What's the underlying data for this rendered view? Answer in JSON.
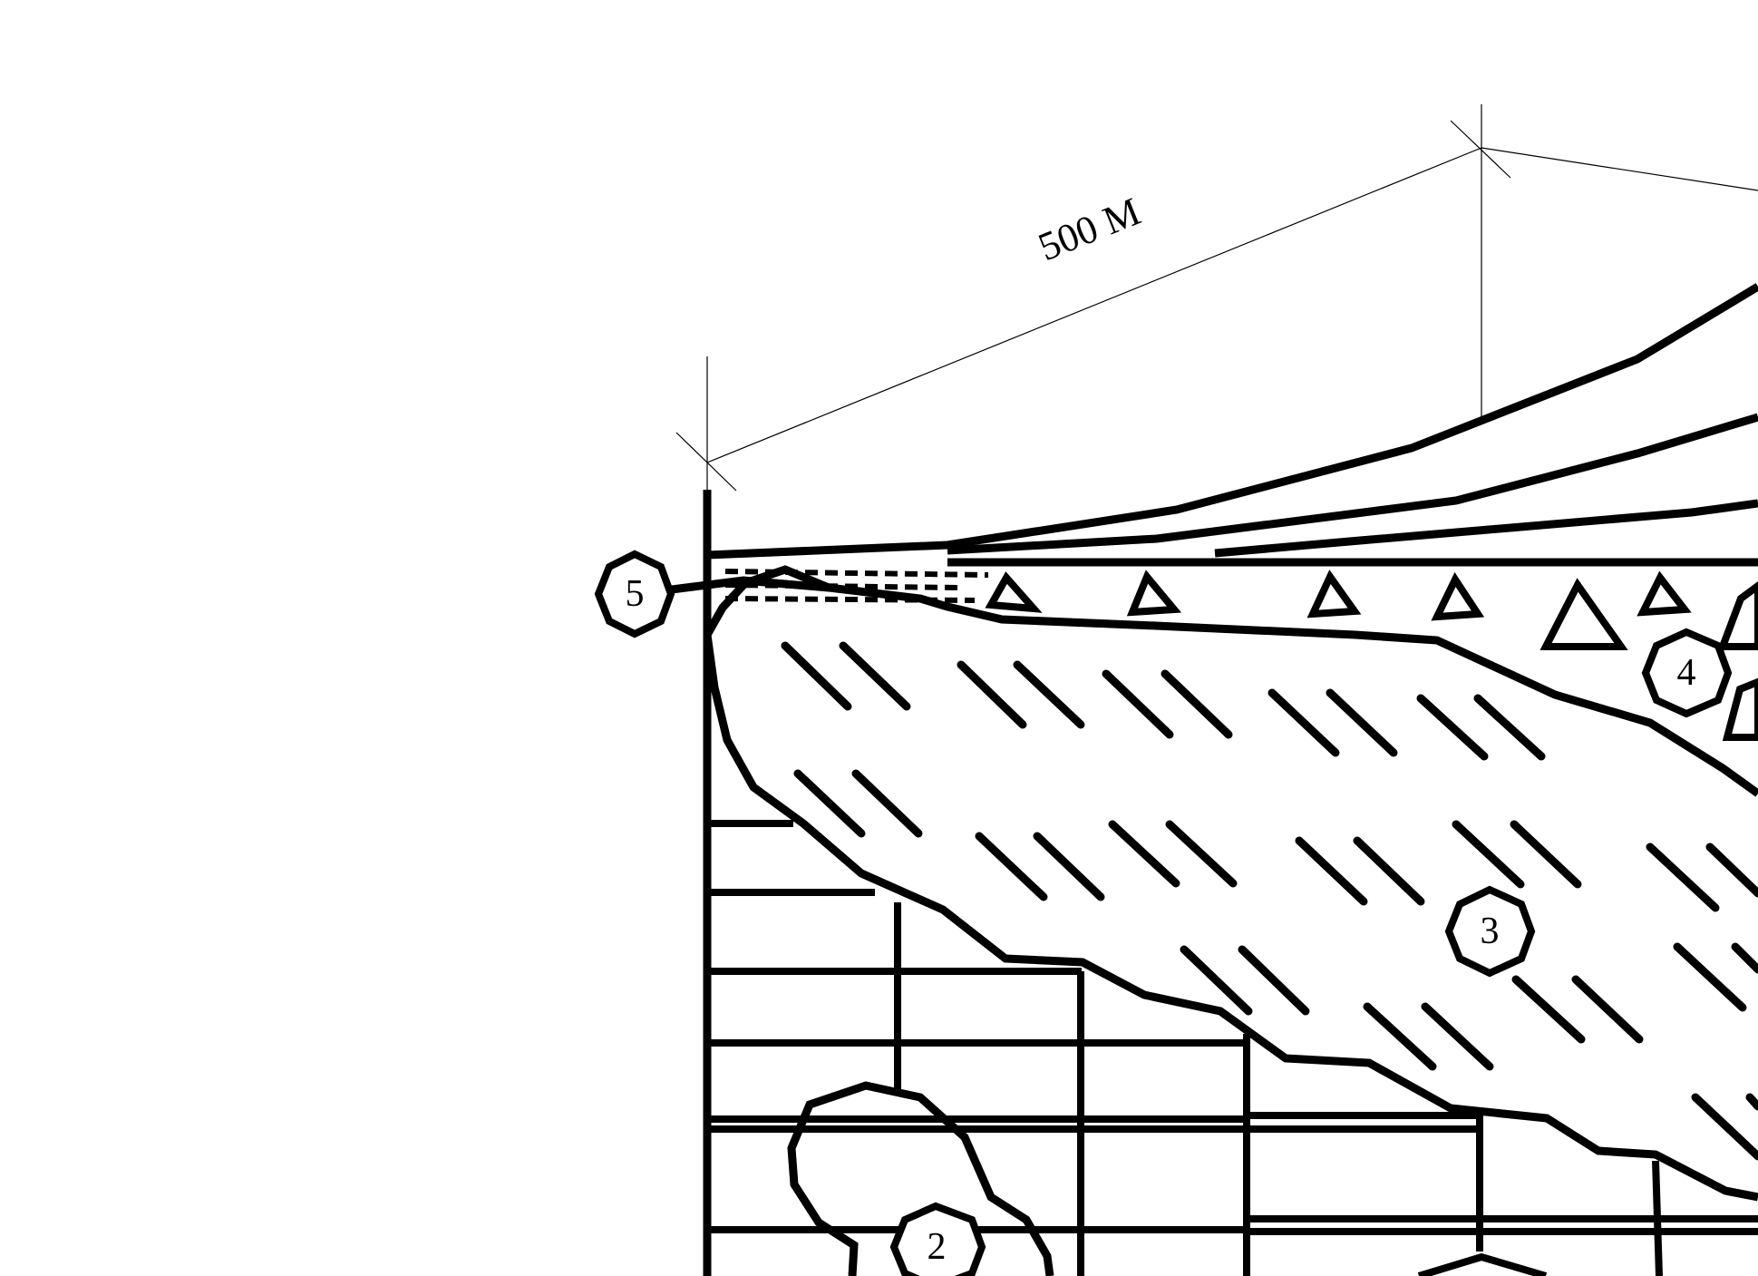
{
  "dimension": {
    "label": "500 M"
  },
  "markers": [
    {
      "id": "marker-5",
      "label": "5"
    },
    {
      "id": "marker-4",
      "label": "4"
    },
    {
      "id": "marker-3",
      "label": "3"
    },
    {
      "id": "marker-2",
      "label": "2"
    }
  ]
}
